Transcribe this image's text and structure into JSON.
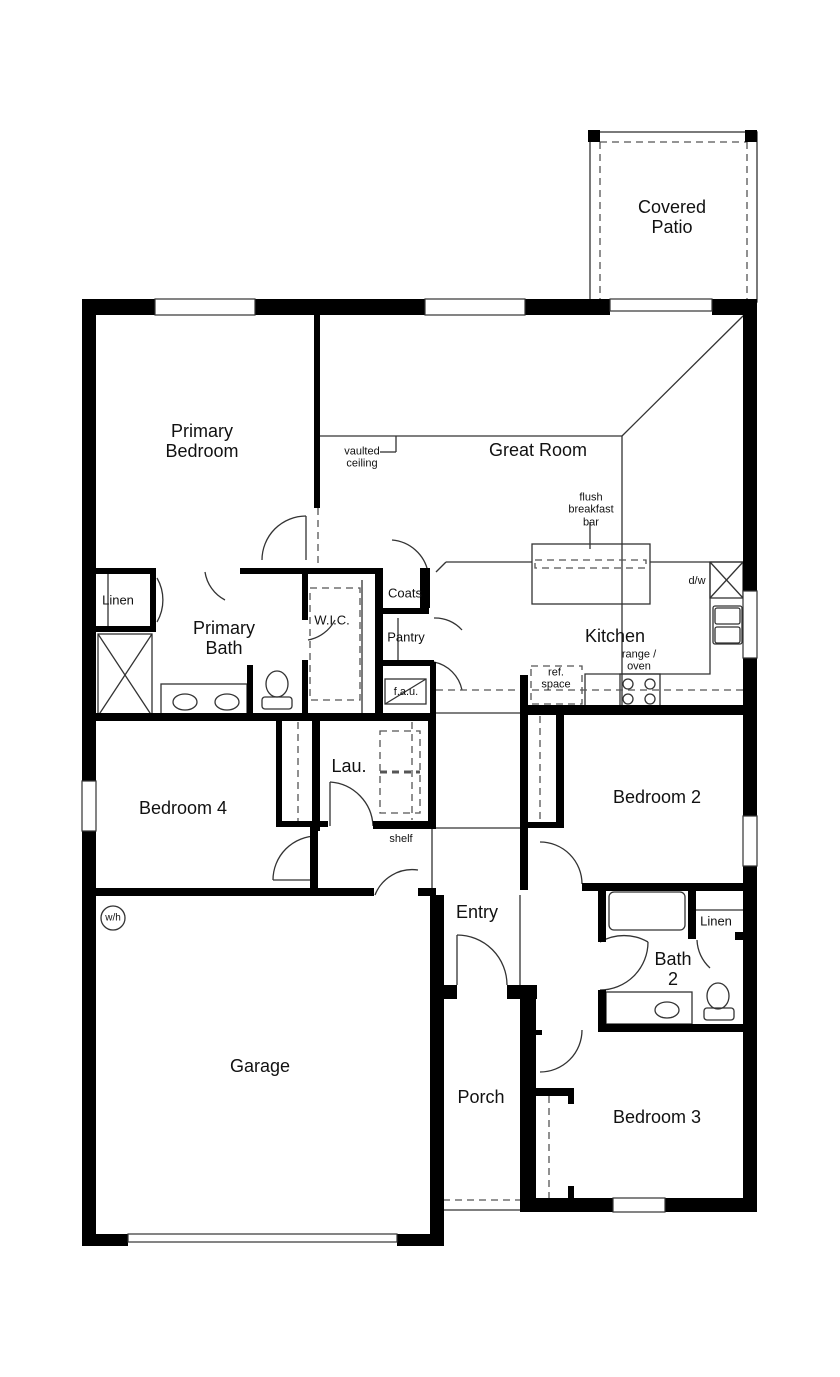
{
  "plan": {
    "rooms": {
      "covered_patio": "Covered\nPatio",
      "primary_bedroom": "Primary\nBedroom",
      "great_room": "Great Room",
      "kitchen": "Kitchen",
      "primary_bath": "Primary\nBath",
      "wic": "W.I.C.",
      "linen_primary": "Linen",
      "coats": "Coats",
      "pantry": "Pantry",
      "bedroom4": "Bedroom 4",
      "laundry": "Lau.",
      "bedroom2": "Bedroom 2",
      "entry": "Entry",
      "bath2": "Bath\n2",
      "linen_bath2": "Linen",
      "garage": "Garage",
      "porch": "Porch",
      "bedroom3": "Bedroom 3"
    },
    "annotations": {
      "vaulted_ceiling": "vaulted\nceiling",
      "flush_breakfast_bar": "flush\nbreakfast\nbar",
      "dw": "d/w",
      "range_oven": "range /\noven",
      "ref_space": "ref.\nspace",
      "fau": "f.a.u.",
      "shelf": "shelf",
      "water_heater": "w/h"
    },
    "colors": {
      "wall": "#000000",
      "background": "#ffffff",
      "line": "#333333",
      "dashed": "#555555"
    }
  }
}
